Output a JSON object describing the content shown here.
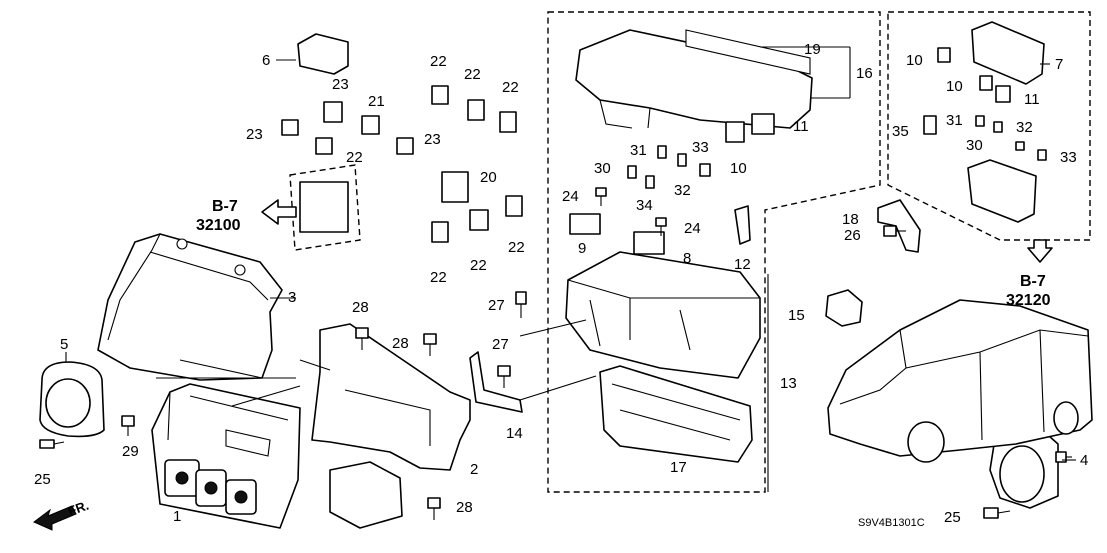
{
  "callouts": {
    "c1": "1",
    "c2": "2",
    "c3": "3",
    "c4": "4",
    "c5": "5",
    "c6": "6",
    "c7": "7",
    "c8": "8",
    "c9": "9",
    "c10a": "10",
    "c10b": "10",
    "c10c": "10",
    "c11a": "11",
    "c11b": "11",
    "c12": "12",
    "c13": "13",
    "c14": "14",
    "c15": "15",
    "c16": "16",
    "c17": "17",
    "c18": "18",
    "c19": "19",
    "c20": "20",
    "c21": "21",
    "c22a": "22",
    "c22b": "22",
    "c22c": "22",
    "c22d": "22",
    "c22e": "22",
    "c22f": "22",
    "c22g": "22",
    "c23a": "23",
    "c23b": "23",
    "c23c": "23",
    "c24a": "24",
    "c24b": "24",
    "c25a": "25",
    "c25b": "25",
    "c26": "26",
    "c27a": "27",
    "c27b": "27",
    "c28a": "28",
    "c28b": "28",
    "c28c": "28",
    "c29": "29",
    "c30a": "30",
    "c30b": "30",
    "c31a": "31",
    "c31b": "31",
    "c32a": "32",
    "c32b": "32",
    "c33a": "33",
    "c33b": "33",
    "c34": "34",
    "c35": "35"
  },
  "references": {
    "left_group": "B-7",
    "left_part": "32100",
    "right_group": "B-7",
    "right_part": "32120"
  },
  "direction_label": "FR.",
  "diagram_code": "S9V4B1301C"
}
